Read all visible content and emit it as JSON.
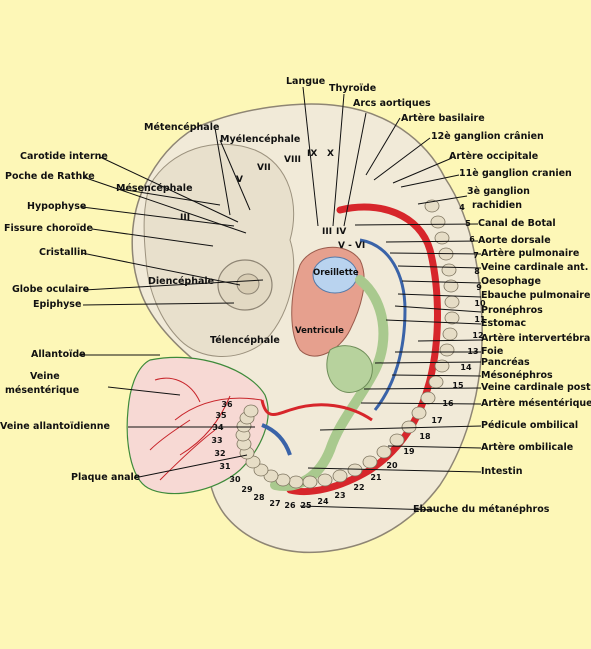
{
  "colors": {
    "background": "#fdf7b7",
    "tissue": "#f1ead8",
    "tissue_shadow": "#c9bfa8",
    "artery": "#d7262b",
    "vein": "#3a63a8",
    "gut": "#a9c98e",
    "heart": "#e6a08e",
    "placenta": "#f7d9d4",
    "leader": "#111111"
  },
  "labels": {
    "langue": "Langue",
    "thyroide": "Thyroïde",
    "arcs_aortiques": "Arcs aortiques",
    "artere_basilaire": "Artère basilaire",
    "ganglion12": "12è ganglion crânien",
    "artere_occipitale": "Artère occipitale",
    "ganglion11": "11è ganglion cranien",
    "ganglion3_l1": "3è ganglion",
    "ganglion3_l2": "rachidien",
    "canal_botal": "Canal de Botal",
    "aorte_dorsale": "Aorte dorsale",
    "artere_pulmonaire": "Artère pulmonaire",
    "veine_cardinale_ant": "Veine cardinale ant.",
    "oesophage": "Oesophage",
    "ebauche_pulmonaire": "Ebauche pulmonaire",
    "pronephros": "Pronéphros",
    "estomac": "Estomac",
    "artere_intervertebrale": "Artère intervertébrale",
    "foie": "Foie",
    "pancreas": "Pancréas",
    "mesonephros": "Mésonéphros",
    "veine_cardinale_post": "Veine cardinale post.",
    "artere_mesenterique": "Artère mésentérique",
    "pedicule_ombilical": "Pédicule ombilical",
    "artere_ombilicale": "Artère ombilicale",
    "intestin": "Intestin",
    "ebauche_metanephros": "Ebauche du métanéphros",
    "metencephale": "Métencéphale",
    "myelencephale": "Myélencéphale",
    "carotide_interne": "Carotide interne",
    "poche_rathke": "Poche de Rathke",
    "mesencephale": "Mésencéphale",
    "hypophyse": "Hypophyse",
    "fissure_choroide": "Fissure choroïde",
    "cristallin": "Cristallin",
    "globe_oculaire": "Globe oculaire",
    "epiphyse": "Epiphyse",
    "diencephale": "Diencéphale",
    "telencephale": "Télencéphale",
    "oreillette": "Oreillette",
    "ventricule": "Ventricule",
    "allantoide": "Allantoïde",
    "veine_mesenterique_l1": "Veine",
    "veine_mesenterique_l2": "mésentérique",
    "veine_allantoidienne": "Veine allantoïdienne",
    "plaque_anale": "Plaque anale"
  },
  "nerve_numerals": [
    "III",
    "V",
    "VII",
    "VIII",
    "IX",
    "X"
  ],
  "arch_numerals": [
    "III",
    "IV",
    "V - VI"
  ],
  "somite_numbers": [
    "4",
    "5",
    "6",
    "7",
    "8",
    "9",
    "10",
    "11",
    "12",
    "13",
    "14",
    "15",
    "16",
    "17",
    "18",
    "19",
    "20",
    "21",
    "22",
    "23",
    "24",
    "25",
    "26",
    "27",
    "28",
    "29",
    "30",
    "31",
    "32",
    "33",
    "34",
    "35",
    "36"
  ]
}
